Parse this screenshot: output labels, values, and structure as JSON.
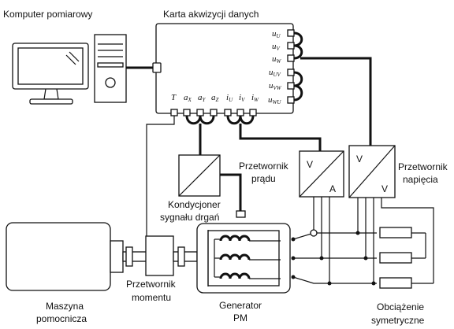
{
  "labels": {
    "computer": "Komputer pomiarowy",
    "daq": "Karta akwizycji danych",
    "conditioner_l1": "Kondycjoner",
    "conditioner_l2": "sygnału drgań",
    "current_transducer_l1": "Przetwornik",
    "current_transducer_l2": "prądu",
    "voltage_transducer_l1": "Przetwornik",
    "voltage_transducer_l2": "napięcia",
    "torque_l1": "Przetwornik",
    "torque_l2": "momentu",
    "aux_machine_l1": "Maszyna",
    "aux_machine_l2": "pomocnicza",
    "generator_l1": "Generator",
    "generator_l2": "PM",
    "load_l1": "Obciążenie",
    "load_l2": "symetryczne"
  },
  "daq_inputs_right": [
    {
      "base": "u",
      "sub": "U"
    },
    {
      "base": "u",
      "sub": "V"
    },
    {
      "base": "u",
      "sub": "W"
    },
    {
      "base": "u",
      "sub": "UV"
    },
    {
      "base": "u",
      "sub": "VW"
    },
    {
      "base": "u",
      "sub": "WU"
    }
  ],
  "daq_inputs_bottom": [
    {
      "base": "T",
      "sub": ""
    },
    {
      "base": "a",
      "sub": "X"
    },
    {
      "base": "a",
      "sub": "Y"
    },
    {
      "base": "a",
      "sub": "Z"
    },
    {
      "base": "i",
      "sub": "U"
    },
    {
      "base": "i",
      "sub": "V"
    },
    {
      "base": "i",
      "sub": "W"
    }
  ],
  "current_transducer_symbols": {
    "in": "V",
    "out": "A"
  },
  "voltage_transducer_symbols": {
    "in": "V",
    "out": "V"
  }
}
